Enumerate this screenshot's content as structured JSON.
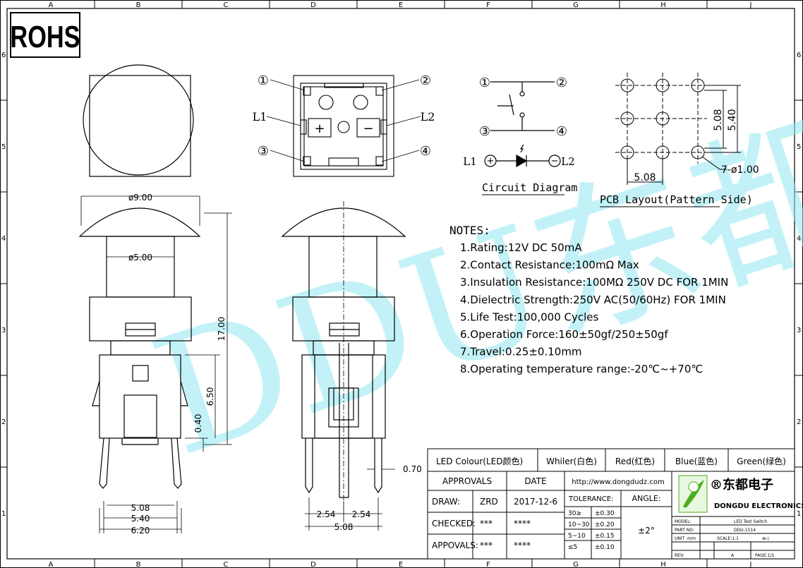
{
  "badge": "ROHS",
  "watermark": "DDU东都",
  "frame": {
    "columns": [
      "A",
      "B",
      "C",
      "D",
      "E",
      "F",
      "G",
      "H",
      "J"
    ],
    "rows": [
      "6",
      "5",
      "4",
      "3",
      "2",
      "1"
    ]
  },
  "pins": {
    "p1": "①",
    "p2": "②",
    "p3": "③",
    "p4": "④"
  },
  "leds": {
    "l1": "L1",
    "l2": "L2"
  },
  "symbols": {
    "plus": "+",
    "minus": "−"
  },
  "circuit": {
    "title": "Circuit Diagram",
    "l1": "L1",
    "l2": "L2"
  },
  "pcb": {
    "title": "PCB Layout(Pattern Side)",
    "dim_h": "5.08",
    "dim_v1": "5.08",
    "dim_v2": "5.40",
    "hole": "7-ø1.00"
  },
  "side_dims": {
    "d9": "ø9.00",
    "d5": "ø5.00",
    "h17": "17.00",
    "h650": "6.50",
    "h040": "0.40",
    "w508": "5.08",
    "w540": "5.40",
    "w620": "6.20"
  },
  "front_dims": {
    "lead": "0.70",
    "p1": "2.54",
    "p2": "2.54",
    "w508": "5.08"
  },
  "notes": {
    "heading": "NOTES:",
    "items": [
      "1.Rating:12V DC 50mA",
      "2.Contact Resistance:100mΩ Max",
      "3.Insulation Resistance:100MΩ 250V DC FOR 1MIN",
      "4.Dielectric Strength:250V AC(50/60Hz) FOR 1MIN",
      "5.Life Test:100,000 Cycles",
      "6.Operation Force:160±50gf/250±50gf",
      "7.Travel:0.25±0.10mm",
      "8.Operating temperature range:-20℃~+70℃"
    ]
  },
  "title_block": {
    "led_colour": "LED Colour(LED颜色)",
    "colors": [
      "Whiler(白色)",
      "Red(红色)",
      "Blue(蓝色)",
      "Green(绿色)"
    ],
    "approvals_h": "APPROVALS",
    "date_h": "DATE",
    "url": "http://www.dongdudz.com",
    "draw_l": "DRAW:",
    "draw_v": "ZRD",
    "draw_d": "2017-12-6",
    "checked_l": "CHECKED:",
    "checked_v": "***",
    "checked_d": "****",
    "appr_l": "APPOVALS:",
    "appr_v": "***",
    "appr_d": "****",
    "tol_h": "TOLERANCE:",
    "angle_h": "ANGLE:",
    "angle_v": "±2°",
    "tolerances": [
      {
        "r": "30≥",
        "v": "±0.30"
      },
      {
        "r": "10~30",
        "v": "±0.20"
      },
      {
        "r": "5~10",
        "v": "±0.15"
      },
      {
        "r": "≤5",
        "v": "±0.10"
      }
    ],
    "company_cn": "®东都电子",
    "company_en": "DONGDU ELECTRONICS",
    "model_l": "MODEL:",
    "model_v": "LED Test Switch",
    "part_l": "PART NO:",
    "part_v": "DDU-1514",
    "unit_l": "UNIT :mm",
    "scale": "SCALE:1:1",
    "proj": "⊕◁",
    "rev_l": "REV:",
    "rev_v": "A",
    "page": "PAGE:1/1"
  },
  "colors": {
    "line": "#000000",
    "watermark": "#8fe8f0",
    "logo_green": "#4cae1e"
  }
}
